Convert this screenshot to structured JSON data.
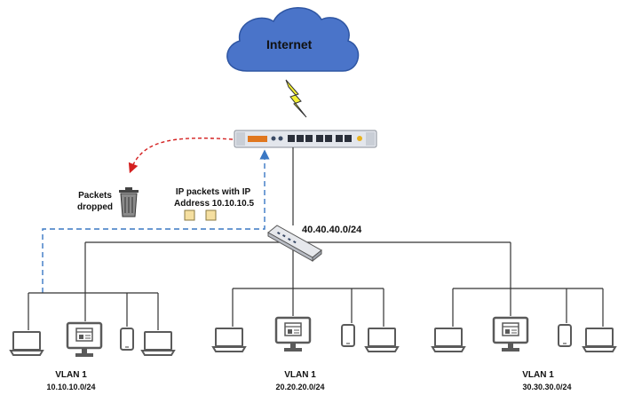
{
  "cloud": {
    "label": "Internet"
  },
  "dropped": {
    "label_line1": "Packets",
    "label_line2": "dropped",
    "icon": "trash-icon"
  },
  "packets": {
    "label_line1": "IP packets with IP",
    "label_line2": "Address 10.10.10.5",
    "icon": "packet-icon"
  },
  "switch": {
    "subnet": "40.40.40.0/24",
    "icon": "switch-icon"
  },
  "firewall": {
    "icon": "firewall-appliance-icon"
  },
  "link": {
    "icon": "lightning-icon"
  },
  "vlans": [
    {
      "name": "VLAN 1",
      "subnet": "10.10.10.0/24"
    },
    {
      "name": "VLAN 1",
      "subnet": "20.20.20.0/24"
    },
    {
      "name": "VLAN 1",
      "subnet": "30.30.30.0/24"
    }
  ],
  "colors": {
    "cloud": "#4a74c9",
    "cloud_stroke": "#2f56a3",
    "bolt": "#f4f032",
    "drop_arrow": "#d42020",
    "return_arrow": "#3a78c4",
    "packet": "#f5dfa0",
    "line": "#333333"
  }
}
